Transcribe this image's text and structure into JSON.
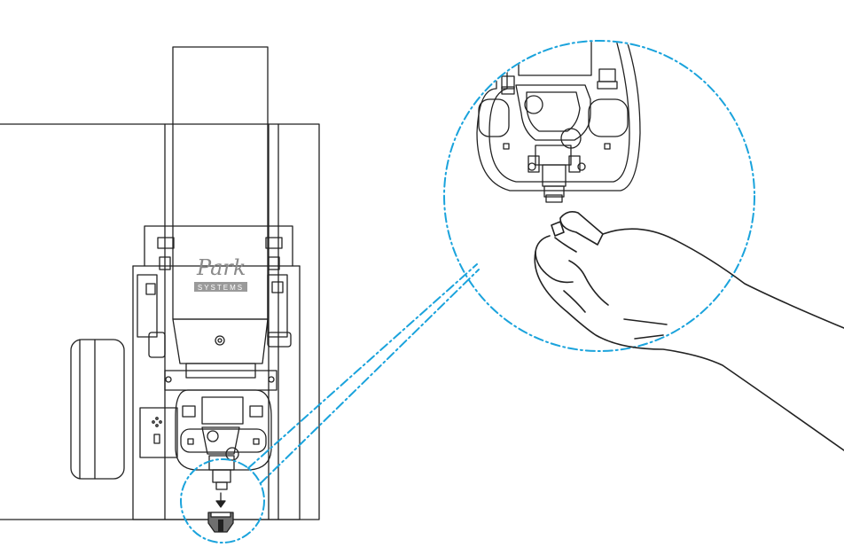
{
  "brand": {
    "logo_script": "Park",
    "logo_plate": "SYSTEMS"
  },
  "colors": {
    "line": "#222222",
    "callout": "#1aa3dc",
    "plate_bg": "#9a9a9a",
    "plate_text": "#ffffff",
    "logo_script": "#8a8a8a",
    "tip_gray": "#6f6f6f"
  },
  "icons": {
    "remove_arrow": "down-arrow-icon",
    "callout_circle": "dash-dot-circle",
    "hand": "hand-illustration"
  }
}
